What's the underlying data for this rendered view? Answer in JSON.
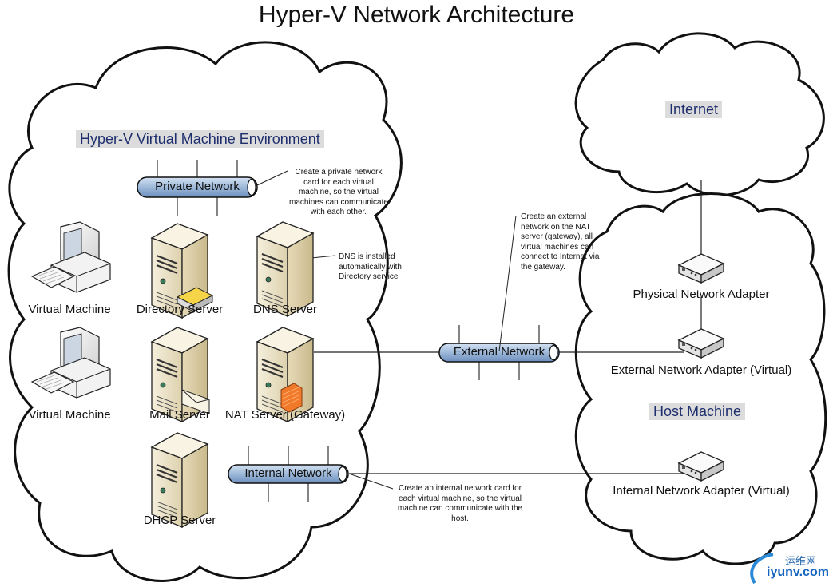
{
  "title": "Hyper-V Network Architecture",
  "regions": {
    "vm_environment": "Hyper-V Virtual Machine Environment",
    "internet": "Internet",
    "host_machine": "Host Machine"
  },
  "nodes": {
    "vm1": "Virtual Machine",
    "vm2": "Virtual Machine",
    "directory_server": "Directory Server",
    "dns_server": "DNS Server",
    "mail_server": "Mail Server",
    "nat_server": "NAT Server (Gateway)",
    "dhcp_server": "DHCP Server",
    "physical_adapter": "Physical Network Adapter",
    "external_adapter": "External Network Adapter (Virtual)",
    "internal_adapter": "Internal Network Adapter (Virtual)"
  },
  "networks": {
    "private": "Private Network",
    "external": "External Network",
    "internal": "Internal Network"
  },
  "notes": {
    "private": "Create a private network card for each virtual machine, so the virtual machines can communicate with each other.",
    "dns": "DNS is installed automatically with Directory service",
    "external": "Create an external network on the NAT server (gateway), all virtual machines can connect to Internet via the gateway.",
    "internal": "Create an internal network card for each virtual machine, so the virtual machine can communicate with the host."
  },
  "watermark": {
    "cn": "运维网",
    "en": "iyunv.com"
  },
  "colors": {
    "bus_fill": "#9db8d9",
    "label_bg": "#dcdcdc",
    "label_text": "#1f2f6e",
    "server_fill": "#e9dfc2",
    "firewall": "#f07a2a"
  }
}
